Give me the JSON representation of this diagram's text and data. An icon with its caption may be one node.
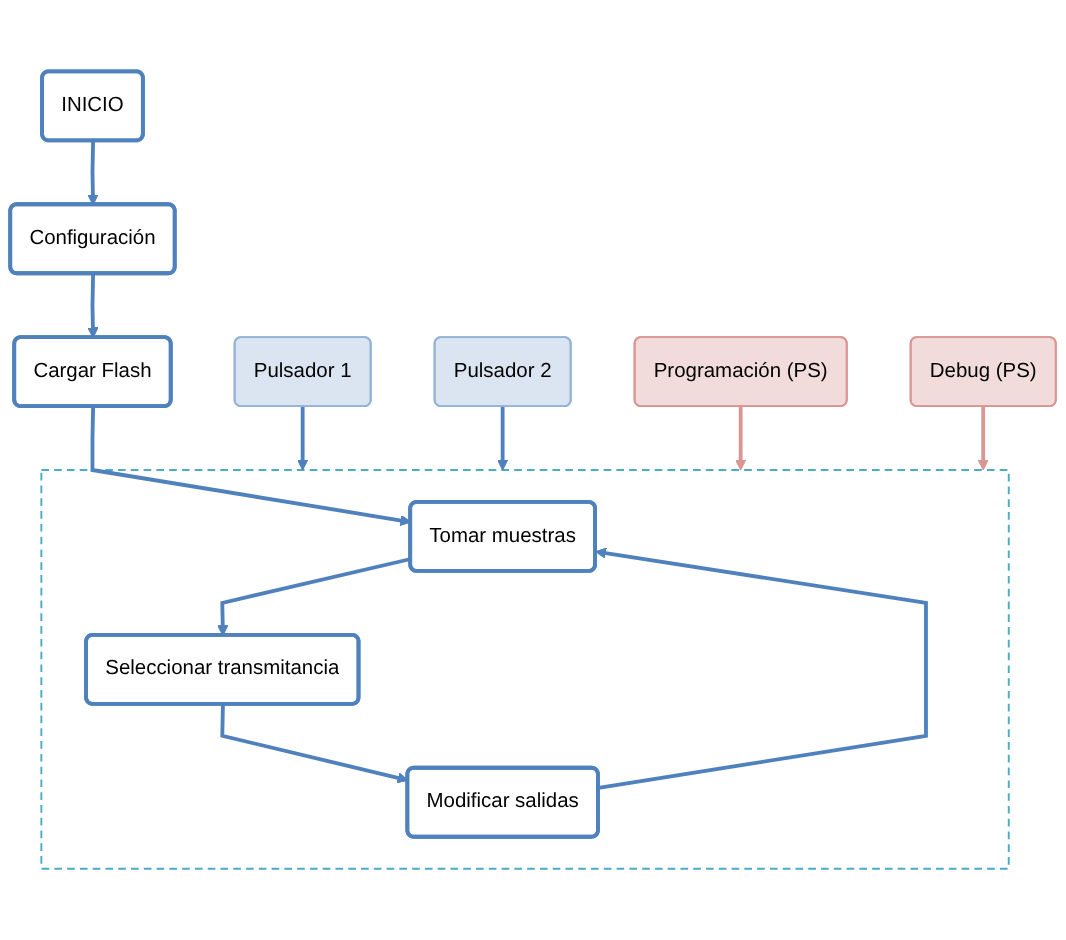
{
  "diagram": {
    "nodes": [
      {
        "text": [
          "INICIO"
        ]
      },
      {
        "text": [
          "Configuración"
        ]
      },
      {
        "text": [
          "Cargar Flash"
        ]
      },
      {
        "text": [],
        "shape": "box"
      },
      {
        "text": [
          "Tomar muestras"
        ],
        "in": 3
      },
      {
        "text": [
          "Seleccionar transmitancia"
        ],
        "in": 3
      },
      {
        "text": [
          "Modificar salidas"
        ],
        "in": 3
      },
      {
        "text": [
          "Pulsador 1"
        ]
      },
      {
        "text": [
          "Pulsador 2"
        ]
      },
      {
        "text": [
          "Programación (PS)"
        ]
      },
      {
        "text": [
          "Debug (PS)"
        ]
      }
    ],
    "edges": [
      {
        "from": 0,
        "to": 1,
        "arrow": "to"
      },
      {
        "from": 1,
        "to": 2,
        "arrow": "to"
      },
      {
        "from": 2,
        "to": 4,
        "arrow": "to"
      },
      {
        "from": 4,
        "to": 5,
        "arrow": "to"
      },
      {
        "from": 5,
        "to": 6,
        "arrow": "to"
      },
      {
        "from": 6,
        "to": 4,
        "arrow": "to"
      },
      {
        "from": 7,
        "to": 3,
        "arrow": "to"
      },
      {
        "from": 8,
        "to": 3,
        "arrow": "to"
      },
      {
        "from": 9,
        "to": 3,
        "arrow": "to",
        "color": "#d99694"
      },
      {
        "from": 10,
        "to": 3,
        "arrow": "to",
        "color": "#d99694"
      }
    ]
  }
}
